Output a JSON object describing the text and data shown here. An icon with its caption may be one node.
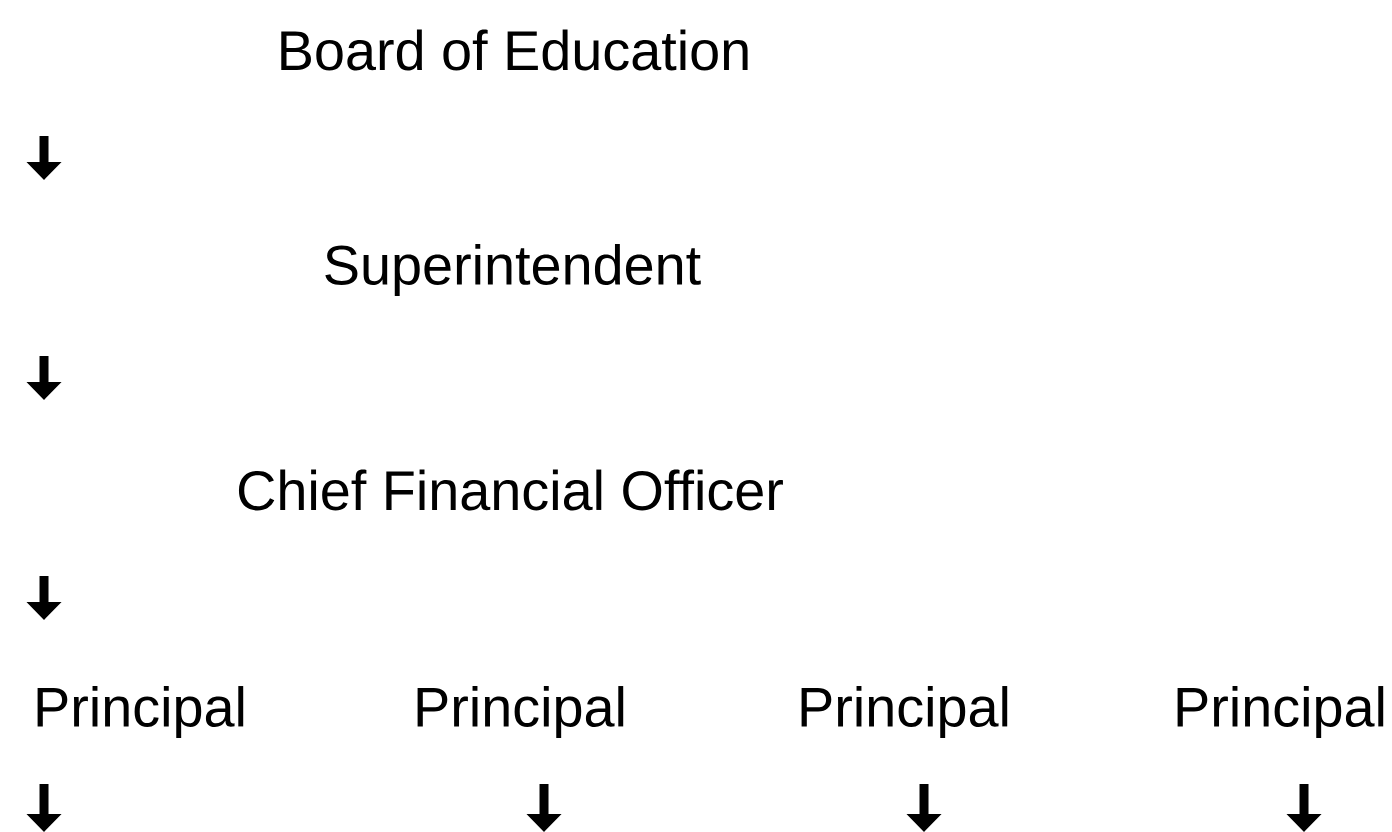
{
  "diagram": {
    "nodes": [
      {
        "text": [
          "Board of Education"
        ]
      },
      {
        "text": [
          "Superintendent"
        ]
      },
      {
        "text": [
          "Chief Financial Officer"
        ]
      },
      {
        "text": [
          "Principal"
        ]
      },
      {
        "text": [
          "Principal"
        ]
      },
      {
        "text": [
          "Principal"
        ]
      },
      {
        "text": [
          "Principal"
        ]
      }
    ]
  }
}
